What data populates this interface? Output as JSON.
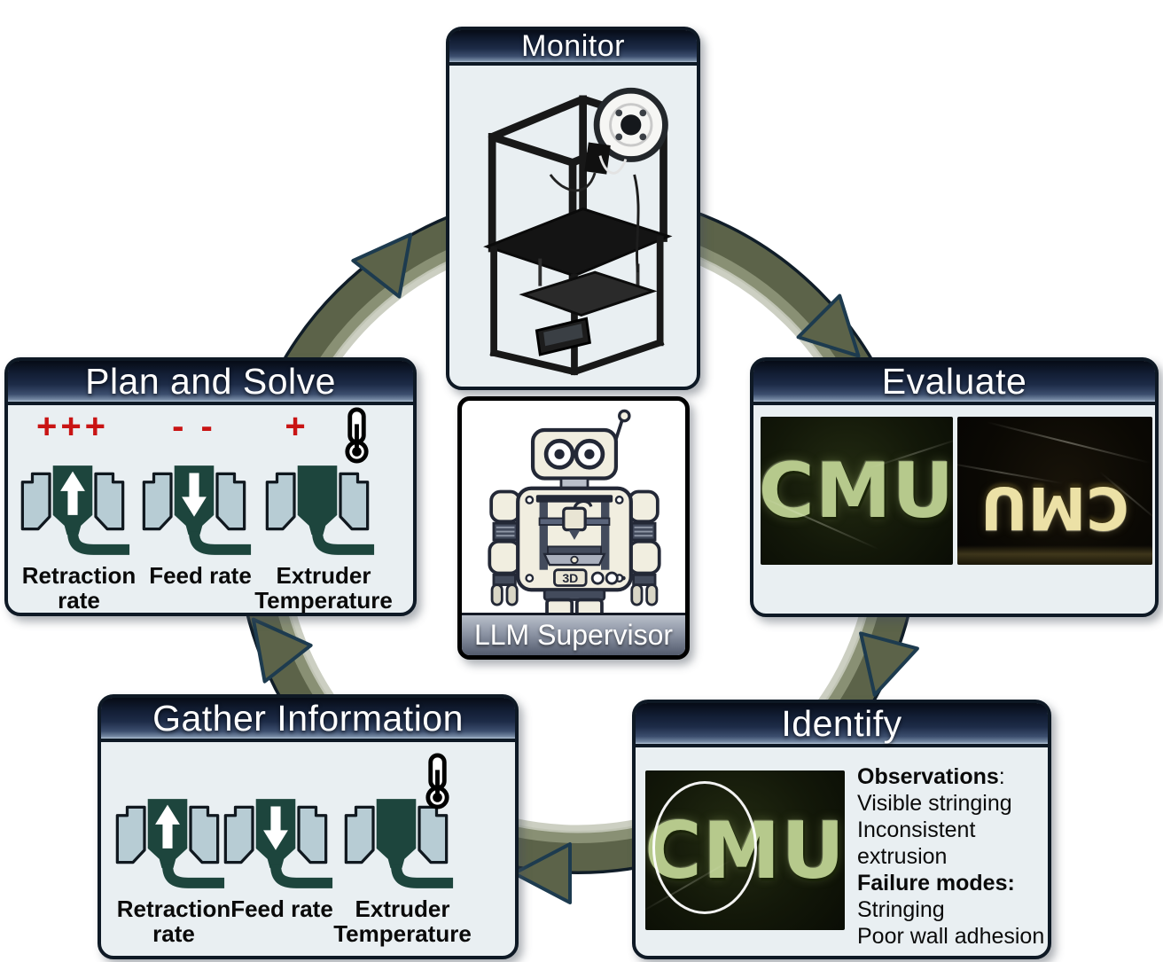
{
  "panels": {
    "monitor": {
      "title": "Monitor"
    },
    "plan": {
      "title": "Plan and Solve",
      "items": [
        {
          "modifier": "+++",
          "label": "Retraction rate"
        },
        {
          "modifier": "- -",
          "label": "Feed rate"
        },
        {
          "modifier": "+",
          "label": "Extruder Temperature"
        }
      ]
    },
    "evaluate": {
      "title": "Evaluate",
      "left_photo_text": "CMU",
      "right_photo_text": "CMU"
    },
    "identify": {
      "title": "Identify",
      "photo_text": "CMU",
      "observations_heading": "Observations",
      "observations_colon": ":",
      "observation_lines": [
        "Visible stringing",
        "Inconsistent extrusion"
      ],
      "failure_heading": "Failure modes:",
      "failure_lines": [
        "Stringing",
        "Poor wall adhesion"
      ]
    },
    "gather": {
      "title": "Gather Information",
      "items": [
        {
          "label": "Retraction rate"
        },
        {
          "label": "Feed rate"
        },
        {
          "label": "Extruder Temperature"
        }
      ]
    },
    "llm": {
      "title": "LLM Supervisor",
      "robot_badge": "3D"
    }
  },
  "colors": {
    "ring_olive": "#5c6349",
    "header_navy": "#131f36",
    "modifier_red": "#c91414",
    "extruder_teal": "#1d453d",
    "print_green": "#b6c98c",
    "print_yellow": "#ece1a6"
  }
}
